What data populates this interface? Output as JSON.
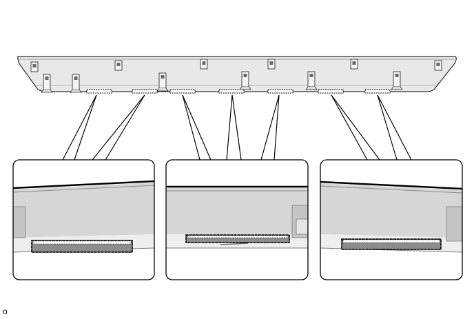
{
  "figure": {
    "label": "o",
    "colors": {
      "line": "#000000",
      "panel_fill": "#e8e8e8",
      "panel_shade": "#cfcfcf",
      "panel_dark": "#a8a8a8",
      "clip_fill": "#f4f4f4",
      "inset_bg": "#d4d4d4",
      "inset_band": "#ededed",
      "highlight_fill": "#8c8c8c"
    },
    "parts": {
      "trim_panel": "door-trim-panel",
      "mounting_clips": 12,
      "retainer_slots": 7,
      "detail_views": 3
    }
  }
}
